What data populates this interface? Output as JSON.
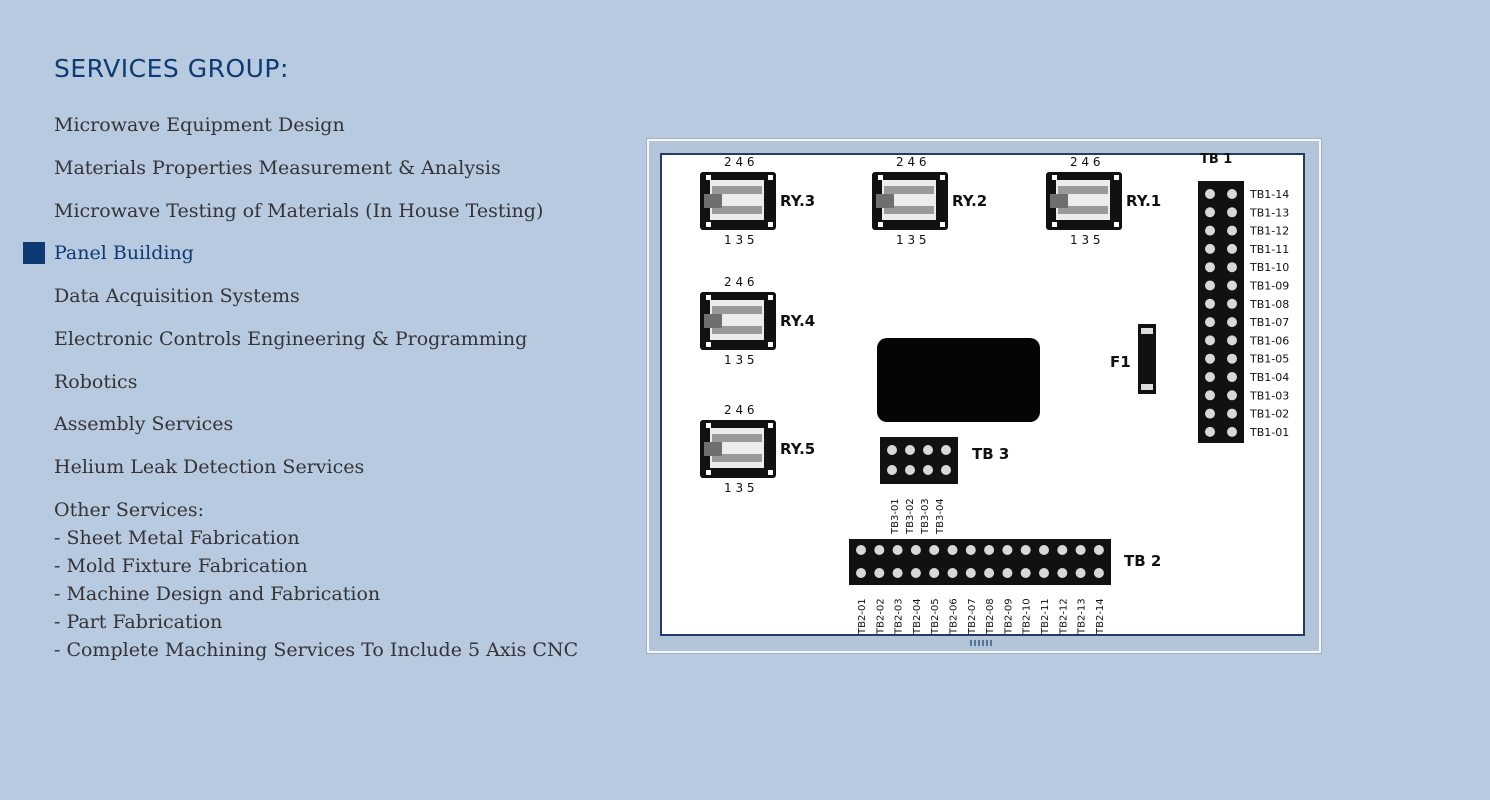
{
  "heading": "SERVICES GROUP:",
  "nav": [
    {
      "label": "Microwave Equipment Design",
      "active": false
    },
    {
      "label": "Materials Properties Measurement & Analysis",
      "active": false
    },
    {
      "label": "Microwave Testing of Materials (In House Testing)",
      "active": false
    },
    {
      "label": "Panel Building",
      "active": true
    },
    {
      "label": "Data Acquisition Systems",
      "active": false
    },
    {
      "label": "Electronic Controls Engineering & Programming",
      "active": false
    },
    {
      "label": "Robotics",
      "active": false
    },
    {
      "label": "Assembly Services",
      "active": false
    },
    {
      "label": "Helium Leak Detection Services",
      "active": false
    }
  ],
  "other_services": {
    "title": "Other Services:",
    "items": [
      "- Sheet Metal Fabrication",
      "- Mold Fixture Fabrication",
      "- Machine Design and Fabrication",
      "- Part Fabrication",
      "- Complete Machining Services To Include 5 Axis CNC"
    ]
  },
  "diagram": {
    "relays": [
      {
        "name": "RY.3",
        "top_pins": "2  4  6",
        "bottom_pins": "1   3  5"
      },
      {
        "name": "RY.2",
        "top_pins": "2  4  6",
        "bottom_pins": "1   3  5"
      },
      {
        "name": "RY.1",
        "top_pins": "2  4  6",
        "bottom_pins": "1   3  5"
      },
      {
        "name": "RY.4",
        "top_pins": "2  4  6",
        "bottom_pins": "1   3  5"
      },
      {
        "name": "RY.5",
        "top_pins": "2  4  6",
        "bottom_pins": "1   3  5"
      }
    ],
    "fuse_label": "F1",
    "tb1": {
      "title": "TB 1",
      "terminals": [
        "TB1-14",
        "TB1-13",
        "TB1-12",
        "TB1-11",
        "TB1-10",
        "TB1-09",
        "TB1-08",
        "TB1-07",
        "TB1-06",
        "TB1-05",
        "TB1-04",
        "TB1-03",
        "TB1-02",
        "TB1-01"
      ]
    },
    "tb2": {
      "title": "TB 2",
      "terminals": [
        "TB2-01",
        "TB2-02",
        "TB2-03",
        "TB2-04",
        "TB2-05",
        "TB2-06",
        "TB2-07",
        "TB2-08",
        "TB2-09",
        "TB2-10",
        "TB2-11",
        "TB2-12",
        "TB2-13",
        "TB2-14"
      ]
    },
    "tb3": {
      "title": "TB 3",
      "terminals": [
        "TB3-01",
        "TB3-02",
        "TB3-03",
        "TB3-04"
      ]
    }
  },
  "colors": {
    "background": "#b8cadf",
    "accent": "#0d3a73",
    "text": "#333338"
  }
}
